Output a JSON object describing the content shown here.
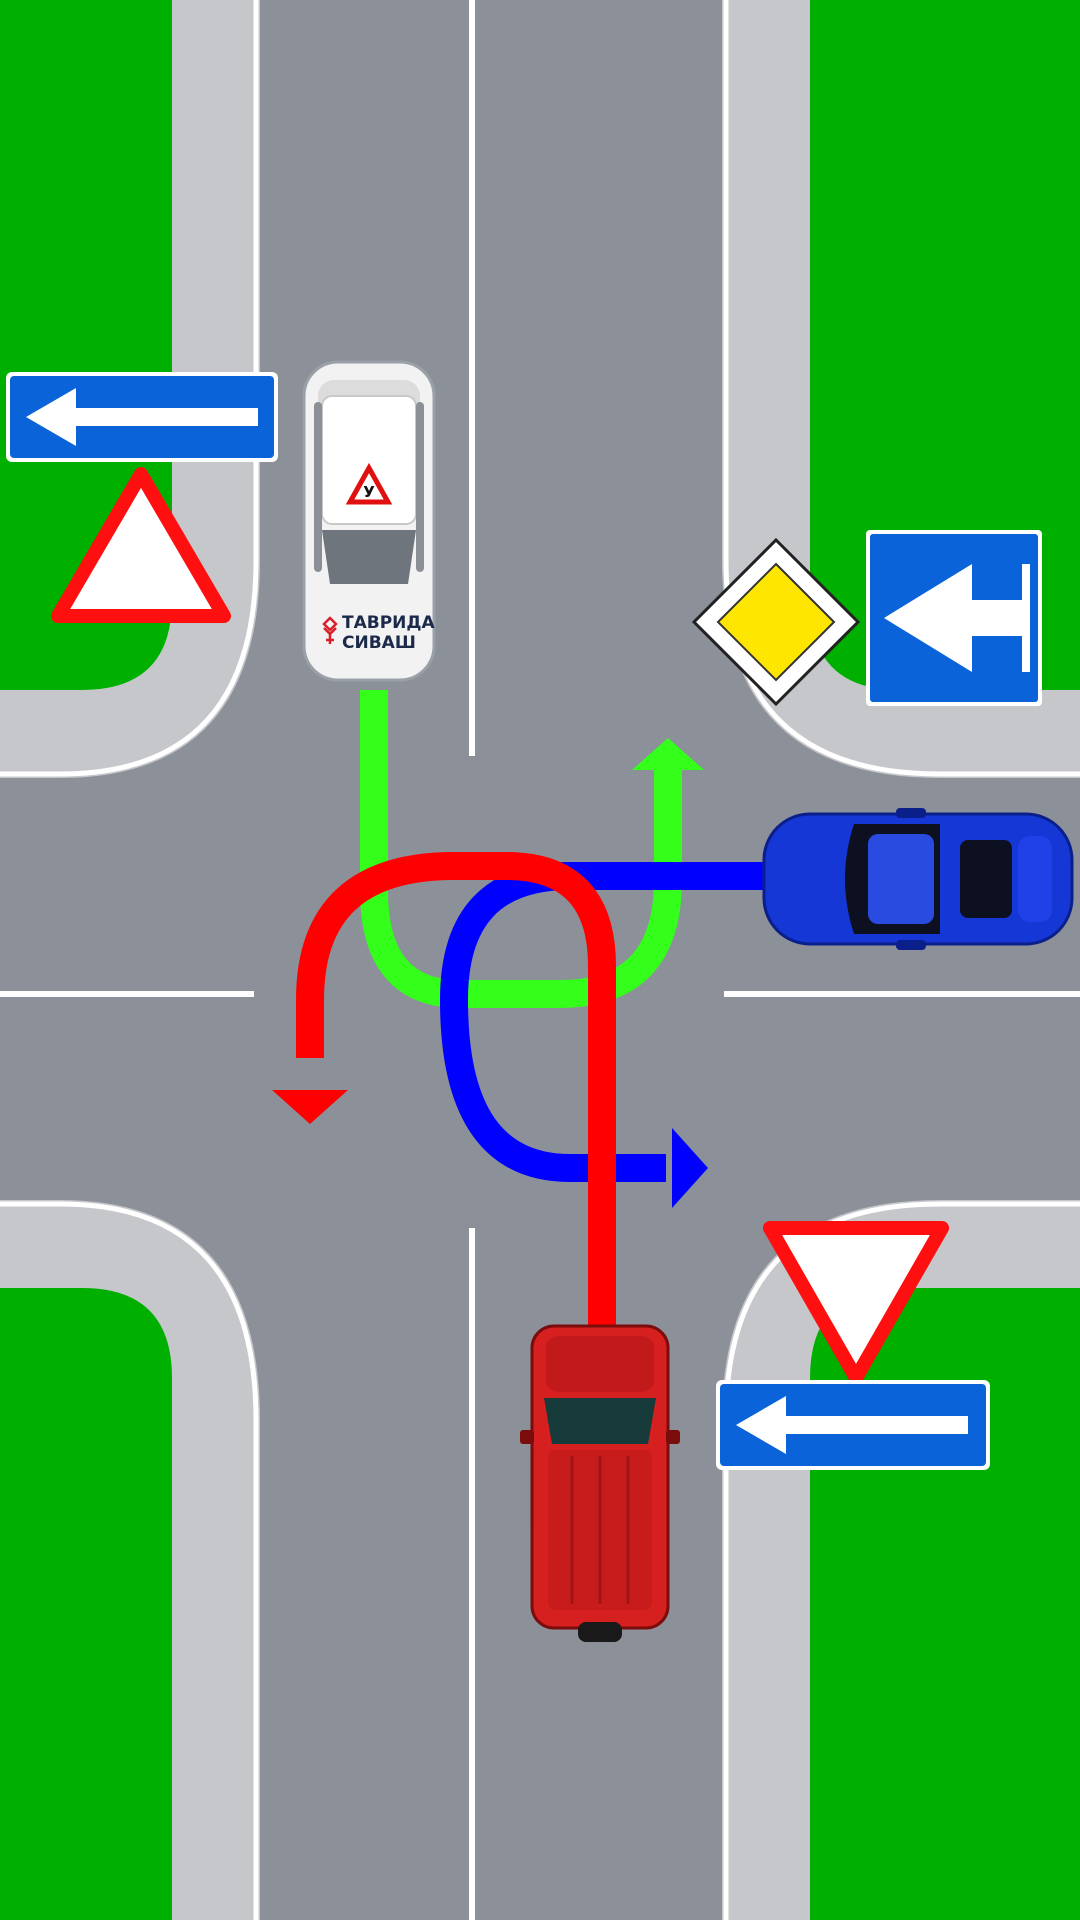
{
  "scene": {
    "colors": {
      "grass": "#00b000",
      "sidewalk": "#c5c7cb",
      "road": "#8c9099",
      "marking": "#ffffff"
    }
  },
  "vehicles": {
    "learner_car": {
      "color": "#f2f2f2",
      "learner_badge": "У",
      "brand": {
        "line1": "ТАВРИДА",
        "line2": "СИВАШ"
      }
    },
    "blue_car": {
      "color": "#1537d6"
    },
    "red_suv": {
      "color": "#d61f1f"
    }
  },
  "paths": {
    "green": {
      "color": "#33ff1a",
      "maneuver": "u-turn"
    },
    "blue": {
      "color": "#0000ff",
      "maneuver": "u-turn"
    },
    "red": {
      "color": "#ff0000",
      "maneuver": "u-turn"
    }
  },
  "signs": {
    "one_way_left_top": "one-way-road-arrow-left",
    "warning_triangle": "warning-triangle",
    "main_road": "priority-road-diamond",
    "dead_end_right": "dead-end-arrow-left",
    "yield": "yield-triangle",
    "one_way_left_bottom": "one-way-road-arrow-left"
  }
}
